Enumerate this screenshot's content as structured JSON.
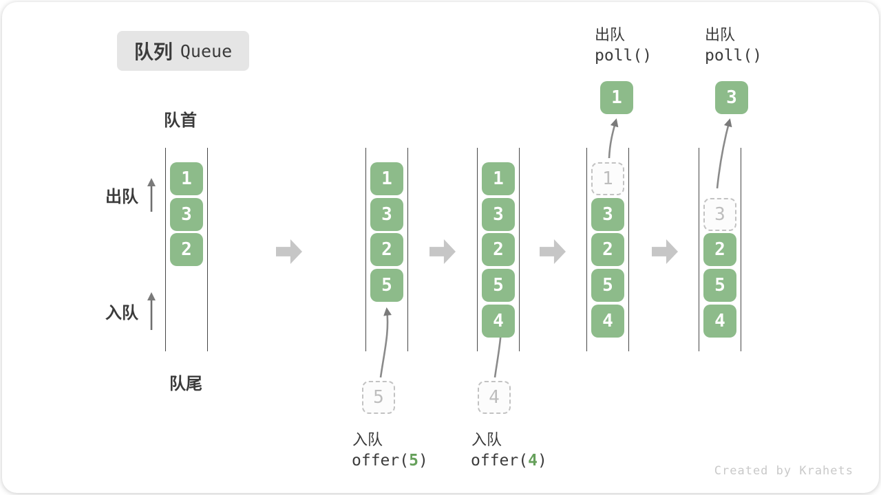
{
  "title": {
    "zh": "队列",
    "en": "Queue"
  },
  "side_labels": {
    "front": "队首",
    "rear": "队尾",
    "dequeue": "出队",
    "enqueue": "入队"
  },
  "watermark": "Created by Krahets",
  "colors": {
    "box_green": "#8dbb8a",
    "wall": "#454545",
    "label_text": "#3b3b3b",
    "step_arrow": "#c6c6c6",
    "flow_arrow": "#8a8a8a",
    "dashed_border": "#c2c2c2",
    "dashed_text": "#bdbdbd",
    "badge_bg": "#e5e5e5",
    "accent_green_text": "#66a05b",
    "watermark_text": "#c9c9c9"
  },
  "states": [
    {
      "name": "initial",
      "slots": [
        {
          "row": 0,
          "value": "1"
        },
        {
          "row": 1,
          "value": "3"
        },
        {
          "row": 2,
          "value": "2"
        }
      ]
    },
    {
      "name": "after-offer-5",
      "slots": [
        {
          "row": 0,
          "value": "1"
        },
        {
          "row": 1,
          "value": "3"
        },
        {
          "row": 2,
          "value": "2"
        },
        {
          "row": 3,
          "value": "5"
        }
      ],
      "incoming": {
        "value": "5"
      },
      "caption": {
        "label": "入队",
        "code_before": "offer(",
        "code_arg": "5",
        "code_after": ")"
      }
    },
    {
      "name": "after-offer-4",
      "slots": [
        {
          "row": 0,
          "value": "1"
        },
        {
          "row": 1,
          "value": "3"
        },
        {
          "row": 2,
          "value": "2"
        },
        {
          "row": 3,
          "value": "5"
        },
        {
          "row": 4,
          "value": "4"
        }
      ],
      "incoming": {
        "value": "4"
      },
      "caption": {
        "label": "入队",
        "code_before": "offer(",
        "code_arg": "4",
        "code_after": ")"
      }
    },
    {
      "name": "poll-1",
      "slots": [
        {
          "row": 0,
          "value": "1",
          "dashed": true
        },
        {
          "row": 1,
          "value": "3"
        },
        {
          "row": 2,
          "value": "2"
        },
        {
          "row": 3,
          "value": "5"
        },
        {
          "row": 4,
          "value": "4"
        }
      ],
      "header": {
        "label": "出队",
        "code": "poll()"
      },
      "outgoing": {
        "value": "1"
      }
    },
    {
      "name": "poll-3",
      "slots": [
        {
          "row": 1,
          "value": "3",
          "dashed": true
        },
        {
          "row": 2,
          "value": "2"
        },
        {
          "row": 3,
          "value": "5"
        },
        {
          "row": 4,
          "value": "4"
        }
      ],
      "header": {
        "label": "出队",
        "code": "poll()"
      },
      "outgoing": {
        "value": "3"
      }
    }
  ]
}
